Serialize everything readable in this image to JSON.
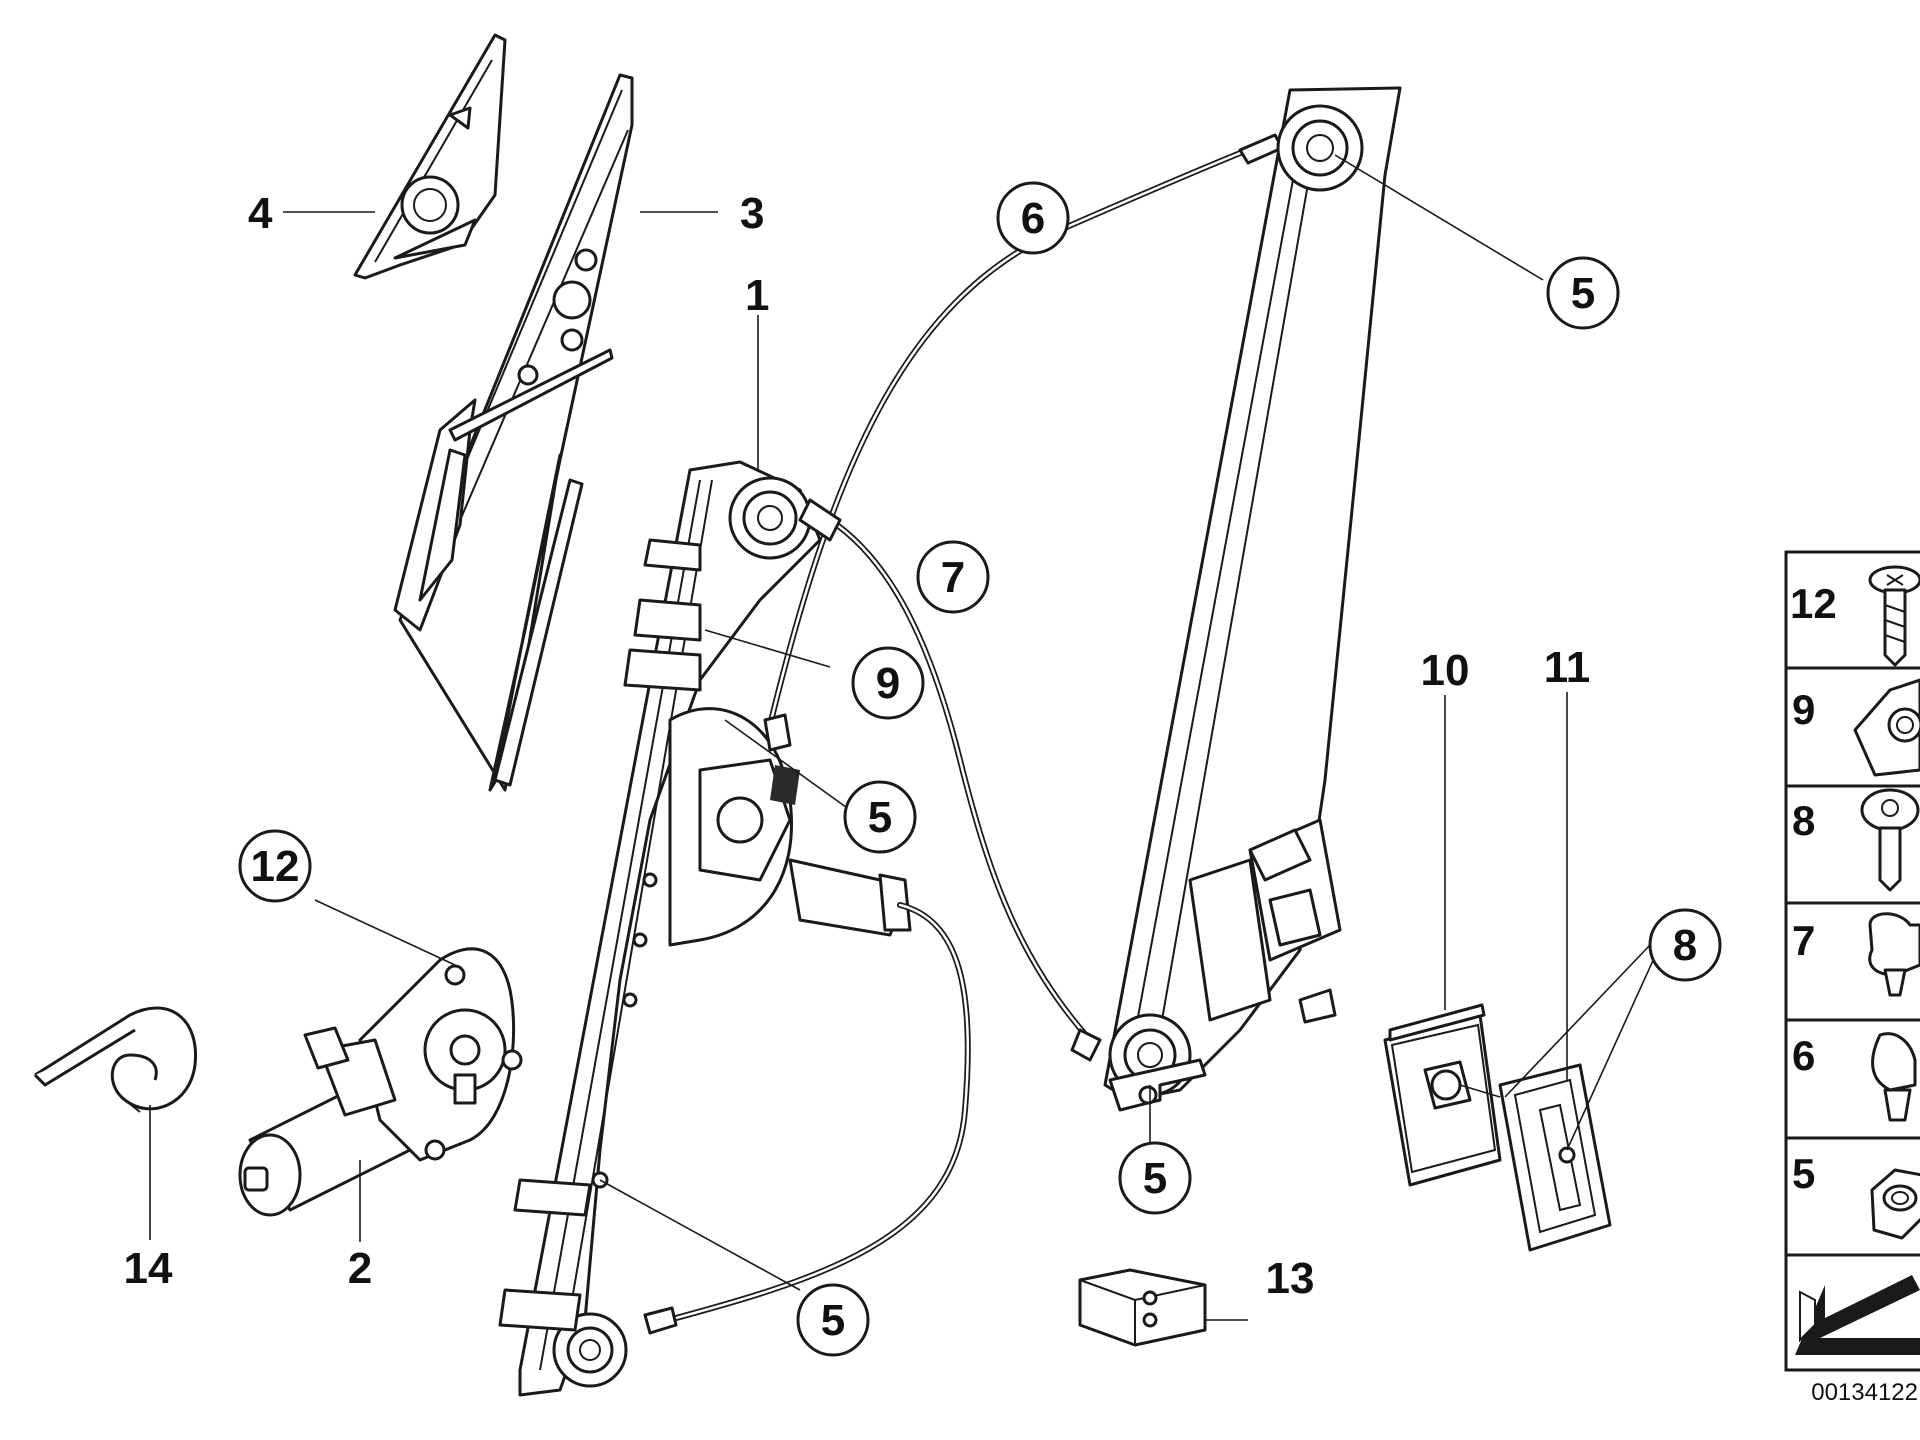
{
  "callouts": {
    "c1": "1",
    "c2": "2",
    "c3": "3",
    "c4": "4",
    "c5a": "5",
    "c5b": "5",
    "c5c": "5",
    "c5d": "5",
    "c6": "6",
    "c7": "7",
    "c8": "8",
    "c9": "9",
    "c10": "10",
    "c11": "11",
    "c12": "12",
    "c13": "13",
    "c14": "14"
  },
  "legend": {
    "items": [
      "12",
      "9",
      "8",
      "7",
      "6",
      "5"
    ]
  },
  "diagram_code": "00134122"
}
